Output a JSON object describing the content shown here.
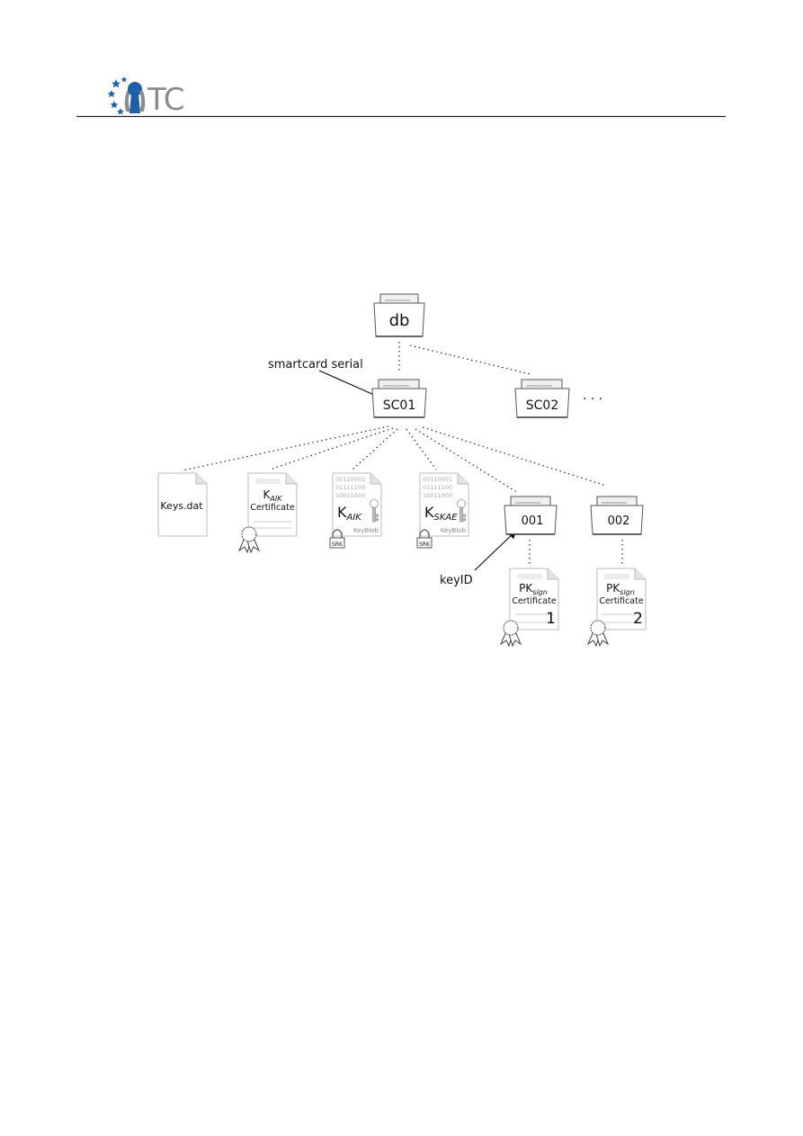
{
  "header": {
    "logo_text": "TC",
    "colors": {
      "logo_blue": "#1d5fa8",
      "logo_grey": "#8c8c8c",
      "rule": "#222222"
    }
  },
  "diagram": {
    "root_folder": {
      "label": "db",
      "icon": "folder-icon"
    },
    "smartcards": [
      {
        "label": "SC01",
        "icon": "folder-icon"
      },
      {
        "label": "SC02",
        "icon": "folder-icon"
      }
    ],
    "more_marker": ". . .",
    "annotations": {
      "smartcard_serial": "smartcard serial",
      "key_id": "keyID"
    },
    "files": {
      "keys_dat": {
        "label": "Keys.dat",
        "icon": "file-icon"
      },
      "aik_certificate": {
        "main": "K",
        "sub": "AIK",
        "line2": "Certificate",
        "icon": "certificate-icon"
      },
      "aik_keyblob": {
        "main": "K",
        "sub": "AIK",
        "type": "KeyBlob",
        "lock": "SRK",
        "binary": [
          "00110001",
          "01111100",
          "10011000"
        ],
        "icon": "keyblob-icon"
      },
      "skae_keyblob": {
        "main": "K",
        "sub": "SKAE",
        "type": "KeyBlob",
        "lock": "SRK",
        "binary": [
          "00110001",
          "01111100",
          "10011000"
        ],
        "icon": "keyblob-icon"
      }
    },
    "key_folders": [
      {
        "label": "001",
        "icon": "folder-icon",
        "cert": {
          "main": "PK",
          "sub": "sign",
          "line2": "Certificate",
          "number": "1"
        }
      },
      {
        "label": "002",
        "icon": "folder-icon",
        "cert": {
          "main": "PK",
          "sub": "sign",
          "line2": "Certificate",
          "number": "2"
        }
      }
    ]
  }
}
